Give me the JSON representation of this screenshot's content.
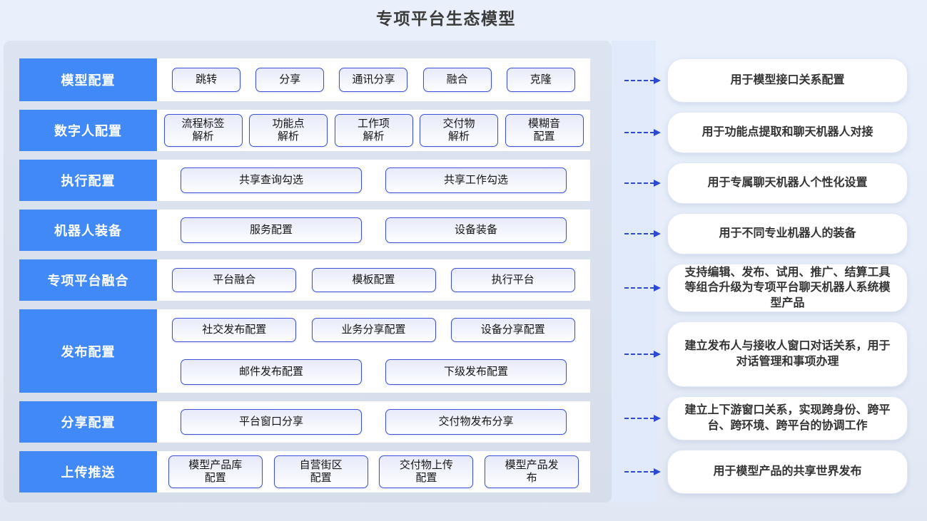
{
  "title": "专项平台生态模型",
  "colors": {
    "category_blue": "#4189f6",
    "chip_border": "#3e50d8",
    "chip_fill": "#e7eaf9",
    "arrow_blue": "#2e4ad2",
    "panel_background": "#dbe2ef",
    "page_background": "#e9f0fc",
    "card_background": "#ffffff"
  },
  "rows": [
    {
      "label": "模型配置",
      "chip_class": [
        "c-sm"
      ],
      "chip_rows": [
        [
          "跳转",
          "分享",
          "通讯分享",
          "融合",
          "克隆"
        ]
      ]
    },
    {
      "label": "数字人配置",
      "chip_class": [
        "c-sm2"
      ],
      "chip_rows": [
        [
          "流程标签\n解析",
          "功能点\n解析",
          "工作项\n解析",
          "交付物\n解析",
          "模糊音\n配置"
        ]
      ]
    },
    {
      "label": "执行配置",
      "chip_class": [
        "c-lg"
      ],
      "chip_rows": [
        [
          "共享查询勾选",
          "共享工作勾选"
        ]
      ]
    },
    {
      "label": "机器人装备",
      "chip_class": [
        "c-lg"
      ],
      "chip_rows": [
        [
          "服务配置",
          "设备装备"
        ]
      ]
    },
    {
      "label": "专项平台融合",
      "chip_class": [
        "c-md"
      ],
      "chip_rows": [
        [
          "平台融合",
          "模板配置",
          "执行平台"
        ]
      ]
    },
    {
      "label": "发布配置",
      "chip_class": [
        "c-md",
        "c-lg"
      ],
      "chip_rows": [
        [
          "社交发布配置",
          "业务分享配置",
          "设备分享配置"
        ],
        [
          "邮件发布配置",
          "下级发布配置"
        ]
      ]
    },
    {
      "label": "分享配置",
      "chip_class": [
        "c-lg"
      ],
      "chip_rows": [
        [
          "平台窗口分享",
          "交付物发布分享"
        ]
      ]
    },
    {
      "label": "上传推送",
      "chip_class": [
        "c-4col"
      ],
      "chip_rows": [
        [
          "模型产品库\n配置",
          "自营街区\n配置",
          "交付物上传\n配置",
          "模型产品发\n布"
        ]
      ]
    }
  ],
  "outputs": [
    "用于模型接口关系配置",
    "用于功能点提取和聊天机器人对接",
    "用于专属聊天机器人个性化设置",
    "用于不同专业机器人的装备",
    "支持编辑、发布、试用、推广、结算工具等组合升级为专项平台聊天机器人系统模型产品",
    "建立发布人与接收人窗口对话关系，用于对话管理和事项办理",
    "建立上下游窗口关系，实现跨身份、跨平台、跨环境、跨平台的协调工作",
    "用于模型产品的共享世界发布"
  ]
}
